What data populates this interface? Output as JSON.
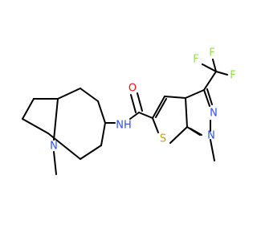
{
  "molecule": {
    "atom_colors": {
      "N": "#3050F8",
      "O": "#FF0D0D",
      "S": "#C8A000",
      "F": "#90E050",
      "C": "#000000"
    },
    "labels": {
      "o_carbonyl": "O",
      "n_amide": "NH",
      "s_thiophene": "S",
      "n_pyrazole_1": "N",
      "n_pyrazole_2": "N",
      "n_bridge": "N",
      "f1": "F",
      "f2": "F",
      "f3": "F"
    }
  }
}
